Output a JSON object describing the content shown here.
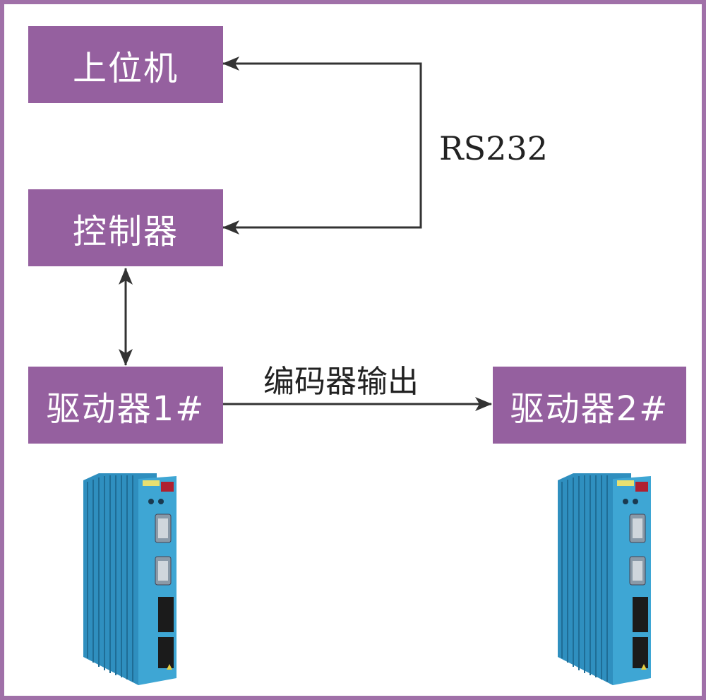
{
  "diagram": {
    "nodes": [
      {
        "id": "host",
        "label": "上位机"
      },
      {
        "id": "controller",
        "label": "控制器"
      },
      {
        "id": "driver1",
        "label": "驱动器1#"
      },
      {
        "id": "driver2",
        "label": "驱动器2#"
      }
    ],
    "edges": [
      {
        "from": "controller",
        "to": "host",
        "label": "RS232",
        "bidirectional": true
      },
      {
        "from": "controller",
        "to": "driver1",
        "label": "",
        "bidirectional": true
      },
      {
        "from": "driver1",
        "to": "driver2",
        "label": "编码器输出",
        "bidirectional": false
      }
    ],
    "images": [
      {
        "id": "driver1-device",
        "depicts": "servo-drive-unit"
      },
      {
        "id": "driver2-device",
        "depicts": "servo-drive-unit"
      }
    ]
  },
  "colors": {
    "node_fill": "#95609f",
    "node_text": "#ffffff",
    "border": "#a070a8",
    "line": "#333333",
    "device_body": "#3ea6d4"
  }
}
